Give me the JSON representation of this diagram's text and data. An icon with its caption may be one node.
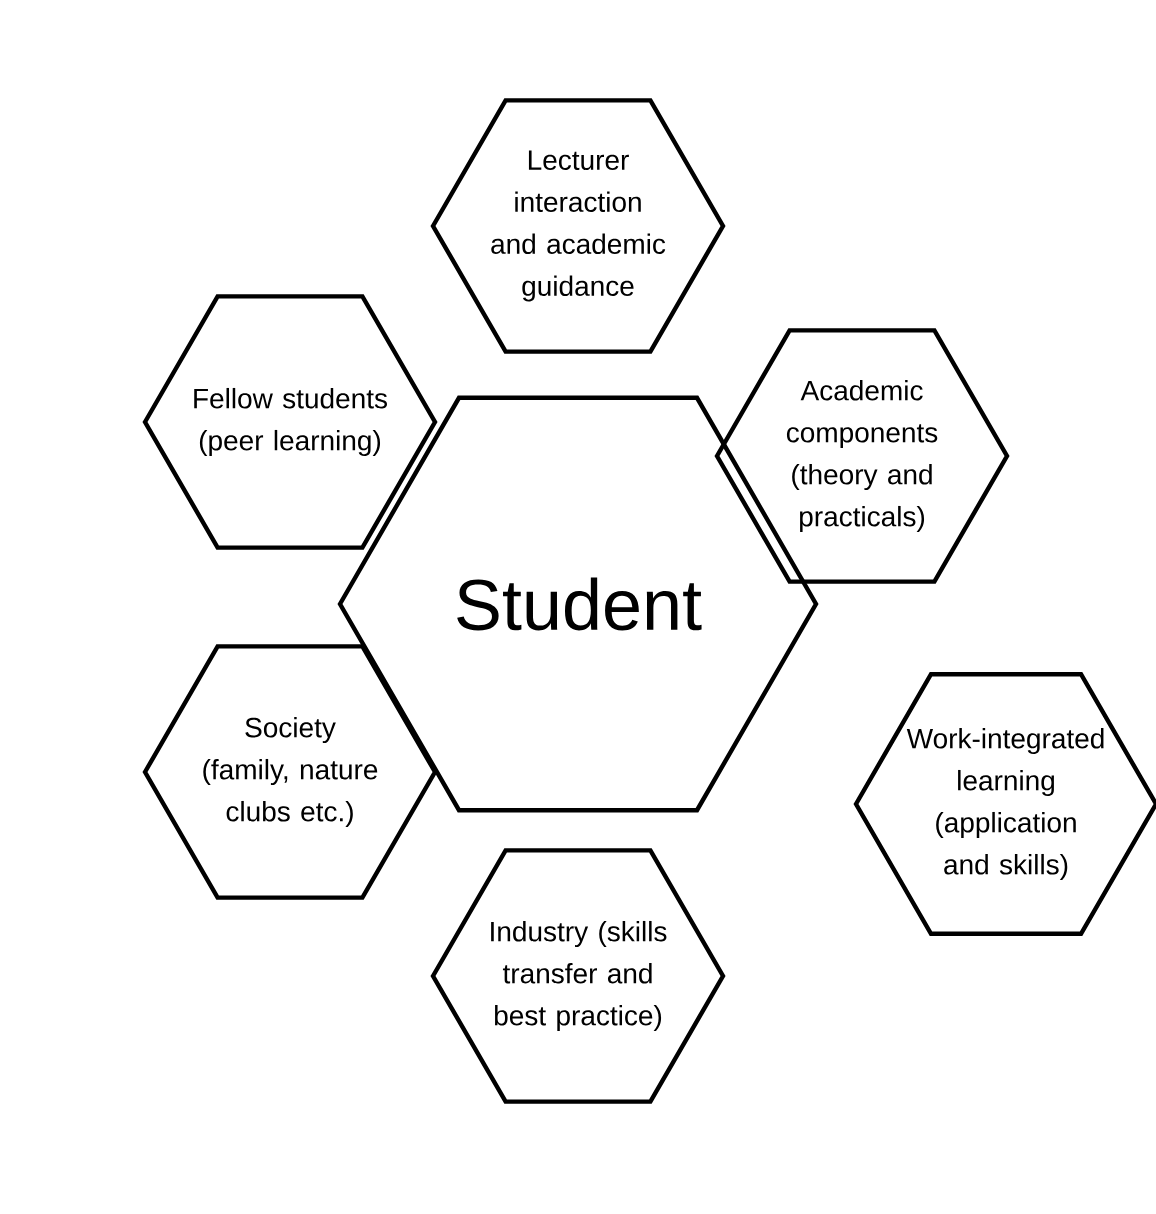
{
  "diagram": {
    "nodes": [
      {
        "text": [
          "Lecturer interaction and academic guidance"
        ]
      },
      {
        "text": [
          "Fellow students (peer learning)"
        ]
      },
      {
        "text": [
          "Academic components (theory and practicals)"
        ]
      },
      {
        "text": [
          "Student"
        ]
      },
      {
        "text": [
          "Society (family, nature clubs etc.)"
        ]
      },
      {
        "text": [
          "Work-integrated learning (application and skills)"
        ]
      },
      {
        "text": [
          "Industry (skills transfer and best practice)"
        ]
      }
    ]
  }
}
